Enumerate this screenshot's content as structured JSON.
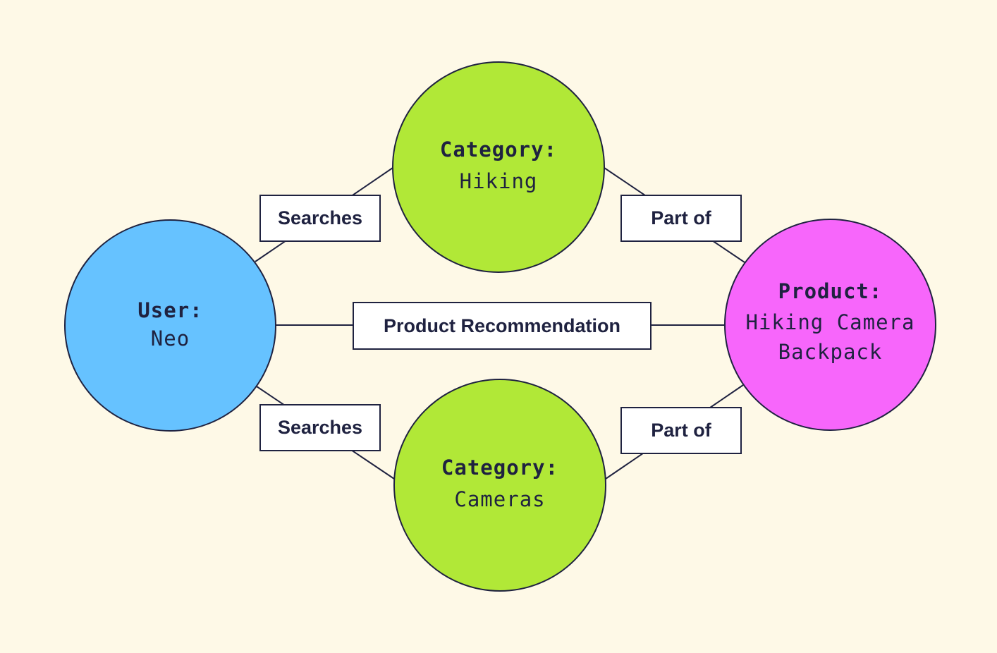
{
  "nodes": {
    "user": {
      "type": "User:",
      "value": "Neo",
      "color": "#66C2FF"
    },
    "hiking": {
      "type": "Category:",
      "value": "Hiking",
      "color": "#B1E837"
    },
    "cameras": {
      "type": "Category:",
      "value": "Cameras",
      "color": "#B1E837"
    },
    "product": {
      "type": "Product:",
      "value_line1": "Hiking Camera",
      "value_line2": "Backpack",
      "color": "#F766FB"
    }
  },
  "edges": {
    "searches_top": "Searches",
    "searches_bottom": "Searches",
    "part_of_top": "Part of",
    "part_of_bottom": "Part of",
    "recommendation": "Product Recommendation"
  },
  "colors": {
    "background": "#FEF9E7",
    "stroke": "#1F2240",
    "label_fill": "#FFFFFF"
  }
}
